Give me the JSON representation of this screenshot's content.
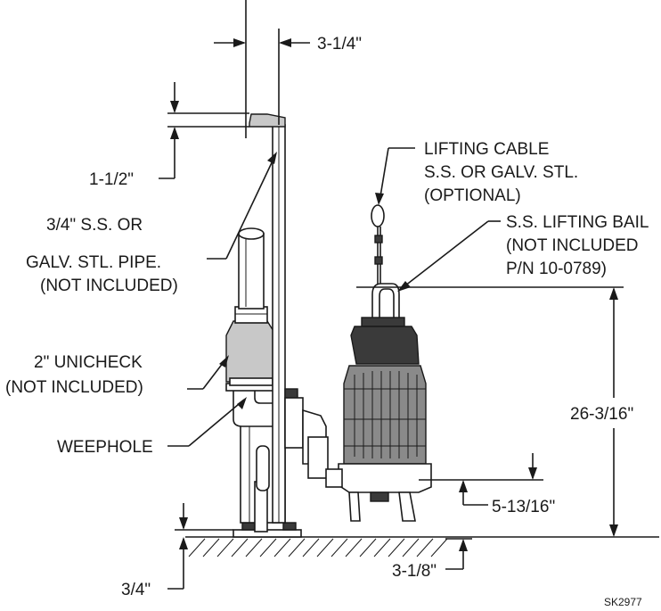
{
  "labels": {
    "dim_rail_offset": "3-1/4\"",
    "dim_bracket": "1-1/2\"",
    "lifting_cable_1": "LIFTING CABLE",
    "lifting_cable_2": "S.S. OR GALV. STL.",
    "lifting_cable_3": "(OPTIONAL)",
    "pipe_1": "3/4\" S.S. OR",
    "pipe_2": "GALV. STL. PIPE.",
    "pipe_3": "(NOT INCLUDED)",
    "bail_1": "S.S. LIFTING BAIL",
    "bail_2": "(NOT INCLUDED",
    "bail_3": "P/N 10-0789)",
    "unicheck_1": "2\" UNICHECK",
    "unicheck_2": "(NOT INCLUDED)",
    "weephole": "WEEPHOLE",
    "dim_height": "26-3/16\"",
    "dim_discharge": "5-13/16\"",
    "dim_base": "3/4\"",
    "dim_floor": "3-1/8\"",
    "drawing_code": "SK2977"
  }
}
